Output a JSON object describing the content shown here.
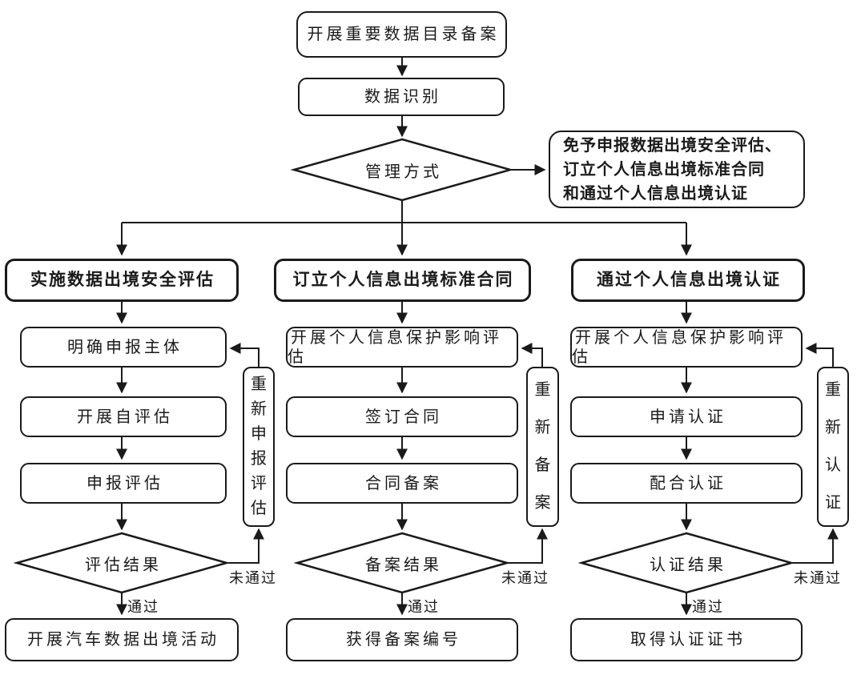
{
  "colors": {
    "ink": "#1a1a1a",
    "background": "#ffffff"
  },
  "flow": {
    "start": "开展重要数据目录备案",
    "identify": "数据识别",
    "decision": "管理方式",
    "exempt": [
      "免予申报数据出境安全评估、",
      "订立个人信息出境标准合同",
      "和通过个人信息出境认证"
    ],
    "branches": [
      {
        "header": "实施数据出境安全评估",
        "step1": "明确申报主体",
        "step2": "开展自评估",
        "step3": "申报评估",
        "decision": "评估结果",
        "pass": "通过",
        "fail": "未通过",
        "retry": "重新申报评估",
        "result": "开展汽车数据出境活动"
      },
      {
        "header": "订立个人信息出境标准合同",
        "step1": "开展个人信息保护影响评估",
        "step2": "签订合同",
        "step3": "合同备案",
        "decision": "备案结果",
        "pass": "通过",
        "fail": "未通过",
        "retry": "重新备案",
        "result": "获得备案编号"
      },
      {
        "header": "通过个人信息出境认证",
        "step1": "开展个人信息保护影响评估",
        "step2": "申请认证",
        "step3": "配合认证",
        "decision": "认证结果",
        "pass": "通过",
        "fail": "未通过",
        "retry": "重新认证",
        "result": "取得认证证书"
      }
    ]
  }
}
